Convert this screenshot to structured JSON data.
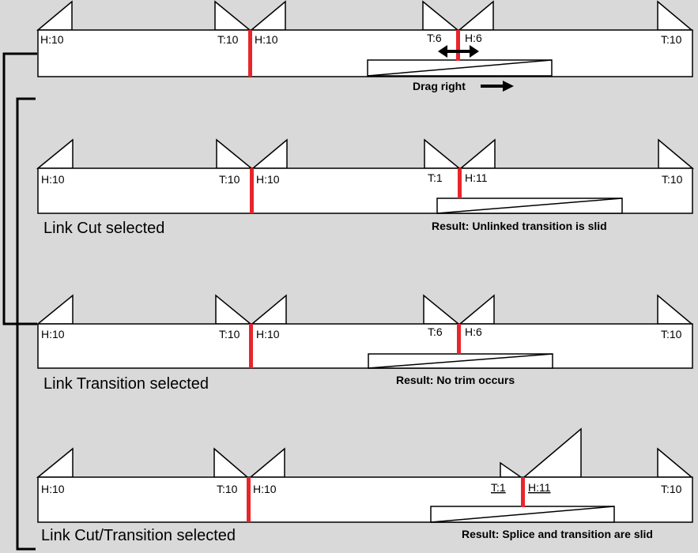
{
  "colors": {
    "background": "#d9d9d9",
    "track_fill": "#ffffff",
    "outline": "#000000",
    "cut_marker": "#e8252b"
  },
  "rows": [
    {
      "labels": {
        "left_head": "H:10",
        "mid_tail": "T:10",
        "mid_head": "H:10",
        "cut_tail": "T:6",
        "cut_head": "H:6",
        "right_tail": "T:10"
      },
      "instruction": "Drag right",
      "caption": "",
      "result": ""
    },
    {
      "labels": {
        "left_head": "H:10",
        "mid_tail": "T:10",
        "mid_head": "H:10",
        "cut_tail": "T:1",
        "cut_head": "H:11",
        "right_tail": "T:10"
      },
      "caption": "Link Cut selected",
      "result": "Result: Unlinked transition is slid"
    },
    {
      "labels": {
        "left_head": "H:10",
        "mid_tail": "T:10",
        "mid_head": "H:10",
        "cut_tail": "T:6",
        "cut_head": "H:6",
        "right_tail": "T:10"
      },
      "caption": "Link Transition selected",
      "result": "Result: No trim occurs"
    },
    {
      "labels": {
        "left_head": "H:10",
        "mid_tail": "T:10",
        "mid_head": "H:10",
        "cut_tail": "T:1",
        "cut_head": "H:11",
        "right_tail": "T:10"
      },
      "caption": "Link Cut/Transition selected",
      "result": "Result: Splice and transition are slid"
    }
  ]
}
